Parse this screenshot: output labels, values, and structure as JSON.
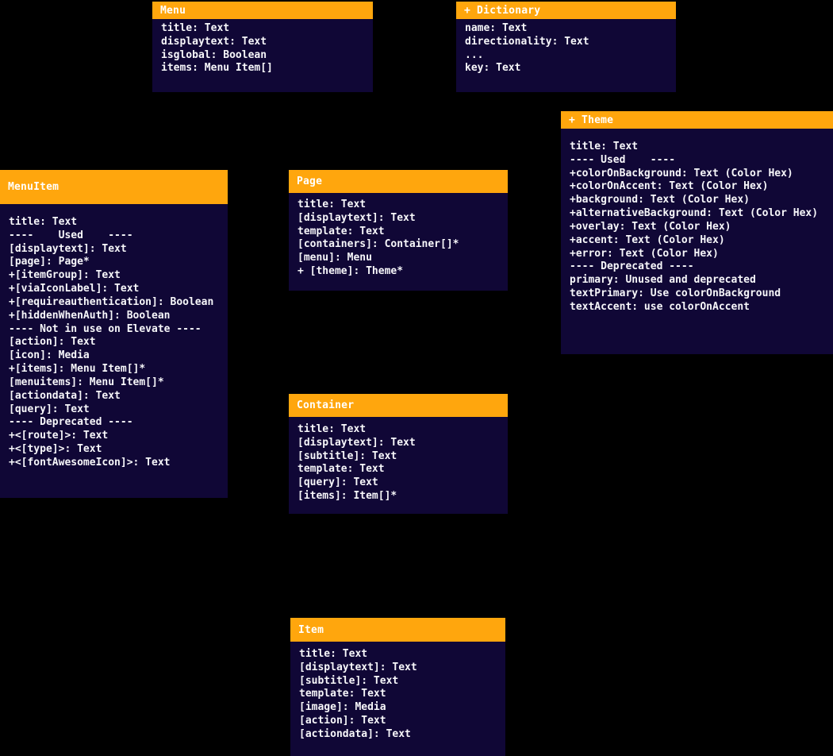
{
  "colors": {
    "canvas_background": "#000000",
    "box_header": "#FFA60D",
    "box_body": "#100736",
    "header_text": "#FFFFFF",
    "field_text": "#F7F7FA"
  },
  "boxes": [
    {
      "id": "menu",
      "title": "Menu",
      "fields": [
        "title: Text",
        "displaytext: Text",
        "isglobal: Boolean",
        "items: Menu Item[]"
      ]
    },
    {
      "id": "dictionary",
      "title": "+ Dictionary",
      "fields": [
        "name: Text",
        "directionality: Text",
        "...",
        "key: Text"
      ]
    },
    {
      "id": "theme",
      "title": "+ Theme",
      "fields": [
        "title: Text",
        "---- Used    ----",
        "+colorOnBackground: Text (Color Hex)",
        "+colorOnAccent: Text (Color Hex)",
        "+background: Text (Color Hex)",
        "+alternativeBackground: Text (Color Hex)",
        "+overlay: Text (Color Hex)",
        "+accent: Text (Color Hex)",
        "+error: Text (Color Hex)",
        "---- Deprecated ----",
        "primary: Unused and deprecated",
        "textPrimary: Use colorOnBackground",
        "textAccent: use colorOnAccent"
      ]
    },
    {
      "id": "menuitem",
      "title": "MenuItem",
      "fields": [
        "title: Text",
        "----    Used    ----",
        "[displaytext]: Text",
        "[page]: Page*",
        "+[itemGroup]: Text",
        "+[viaIconLabel]: Text",
        "+[requireauthentication]: Boolean",
        "+[hiddenWhenAuth]: Boolean",
        "---- Not in use on Elevate ----",
        "[action]: Text",
        "[icon]: Media",
        "+[items]: Menu Item[]*",
        "[menuitems]: Menu Item[]*",
        "[actiondata]: Text",
        "[query]: Text",
        "---- Deprecated ----",
        "+<[route]>: Text",
        "+<[type]>: Text",
        "+<[fontAwesomeIcon]>: Text"
      ]
    },
    {
      "id": "page",
      "title": "Page",
      "fields": [
        "title: Text",
        "[displaytext]: Text",
        "template: Text",
        "[containers]: Container[]*",
        "[menu]: Menu",
        "+ [theme]: Theme*"
      ]
    },
    {
      "id": "container",
      "title": "Container",
      "fields": [
        "title: Text",
        "[displaytext]: Text",
        "[subtitle]: Text",
        "template: Text",
        "[query]: Text",
        "[items]: Item[]*"
      ]
    },
    {
      "id": "item",
      "title": "Item",
      "fields": [
        "title: Text",
        "[displaytext]: Text",
        "[subtitle]: Text",
        "template: Text",
        "[image]: Media",
        "[action]: Text",
        "[actiondata]: Text"
      ]
    }
  ]
}
